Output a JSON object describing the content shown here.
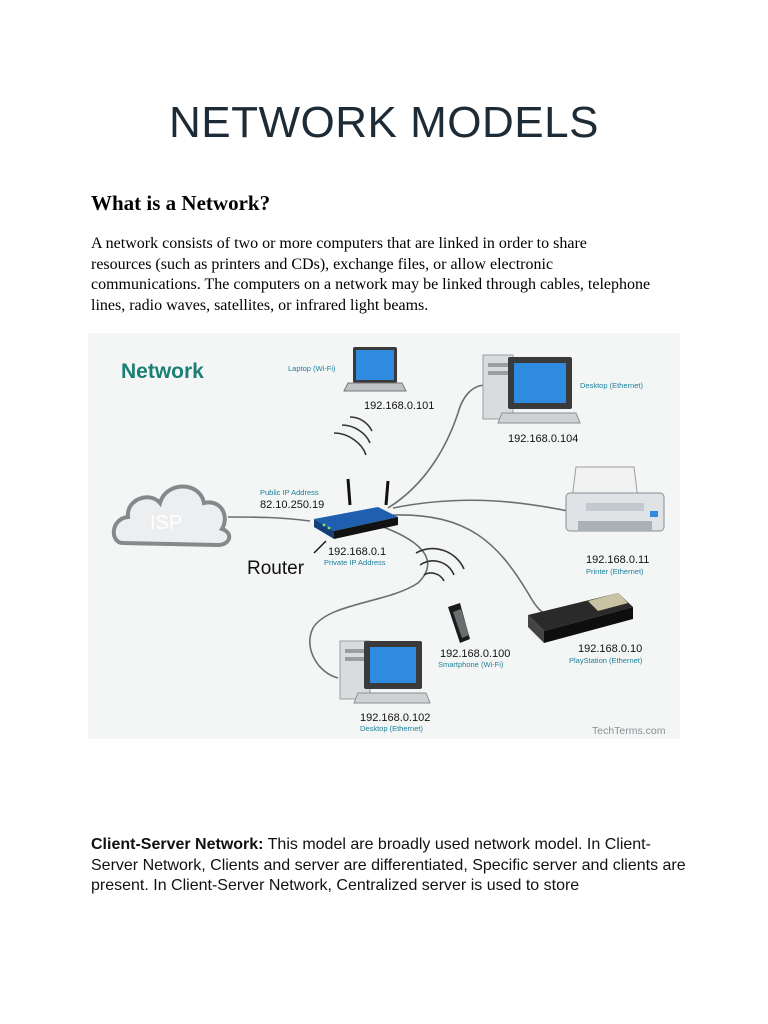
{
  "page": {
    "title": "NETWORK MODELS",
    "section_heading": "What is a Network?",
    "paragraph": "A network consists of two or more computers that are linked in order to share resources (such as printers and CDs), exchange files, or allow electronic communications. The computers on a network may be linked through cables, telephone lines, radio waves, satellites, or infrared light beams."
  },
  "figure": {
    "heading": "Network",
    "credit": "TechTerms.com",
    "isp_label": "ISP",
    "router_label": "Router",
    "router_public_caption": "Public IP Address",
    "router_public_ip": "82.10.250.19",
    "router_private_ip": "192.168.0.1",
    "router_private_caption": "Private IP Address",
    "laptop_caption": "Laptop (Wi-Fi)",
    "laptop_ip": "192.168.0.101",
    "desktop1_caption": "Desktop (Ethernet)",
    "desktop1_ip": "192.168.0.104",
    "printer_ip": "192.168.0.11",
    "printer_caption": "Printer (Ethernet)",
    "playstation_ip": "192.168.0.10",
    "playstation_caption": "PlayStation (Ethernet)",
    "smartphone_ip": "192.168.0.100",
    "smartphone_caption": "Smartphone (Wi-Fi)",
    "desktop2_ip": "192.168.0.102",
    "desktop2_caption": "Desktop (Ethernet)",
    "colors": {
      "heading": "#1a7f74",
      "caption": "#1a7f9a",
      "cloud": "#8a8f93",
      "router": "#1f5fb0",
      "screen": "#2f8be0",
      "credit": "#8a8f93"
    }
  },
  "client_server": {
    "label": "Client-Server Network:",
    "text": " This model are broadly used network model. In Client-Server Network, Clients and server are differentiated, Specific server and clients are present. In Client-Server Network, Centralized server is used to store"
  }
}
